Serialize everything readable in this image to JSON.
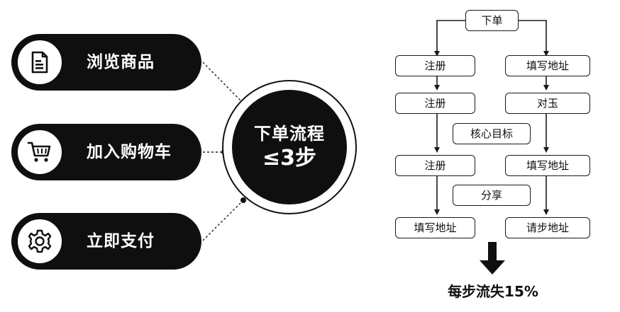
{
  "left_steps": [
    {
      "label": "浏览商品",
      "icon": "document-icon"
    },
    {
      "label": "加入购物车",
      "icon": "shopping-cart-icon"
    },
    {
      "label": "立即支付",
      "icon": "gear-icon"
    }
  ],
  "center_badge": {
    "title": "下单流程",
    "steps": "≤3步"
  },
  "flowchart": {
    "top": "下单",
    "left_column": [
      "注册",
      "注册",
      "注册",
      "填写地址"
    ],
    "right_column": [
      "填写地址",
      "对玉",
      "填写地址",
      "请步地址"
    ],
    "middle_labels": [
      "核心目标",
      "分享"
    ]
  },
  "conclusion": "每步流失15%",
  "colors": {
    "primary": "#0f0f0f",
    "background": "#ffffff"
  }
}
